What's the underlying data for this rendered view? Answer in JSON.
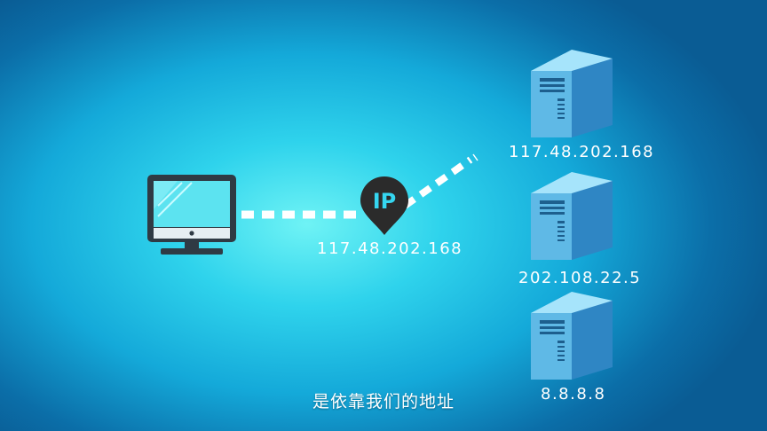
{
  "pin": {
    "text": "IP",
    "address": "117.48.202.168"
  },
  "servers": [
    {
      "label": "117.48.202.168"
    },
    {
      "label": "202.108.22.5"
    },
    {
      "label": "8.8.8.8"
    }
  ],
  "subtitle": "是依靠我们的地址",
  "icons": {
    "computer": "desktop-monitor-icon",
    "pin": "location-pin-icon",
    "server": "server-tower-icon"
  },
  "colors": {
    "pin": "#2b2b2b",
    "server_front": "#5fb9e6",
    "server_side": "#2f86c4",
    "monitor_screen": "#5ce3f0",
    "monitor_frame": "#2f3a44"
  }
}
